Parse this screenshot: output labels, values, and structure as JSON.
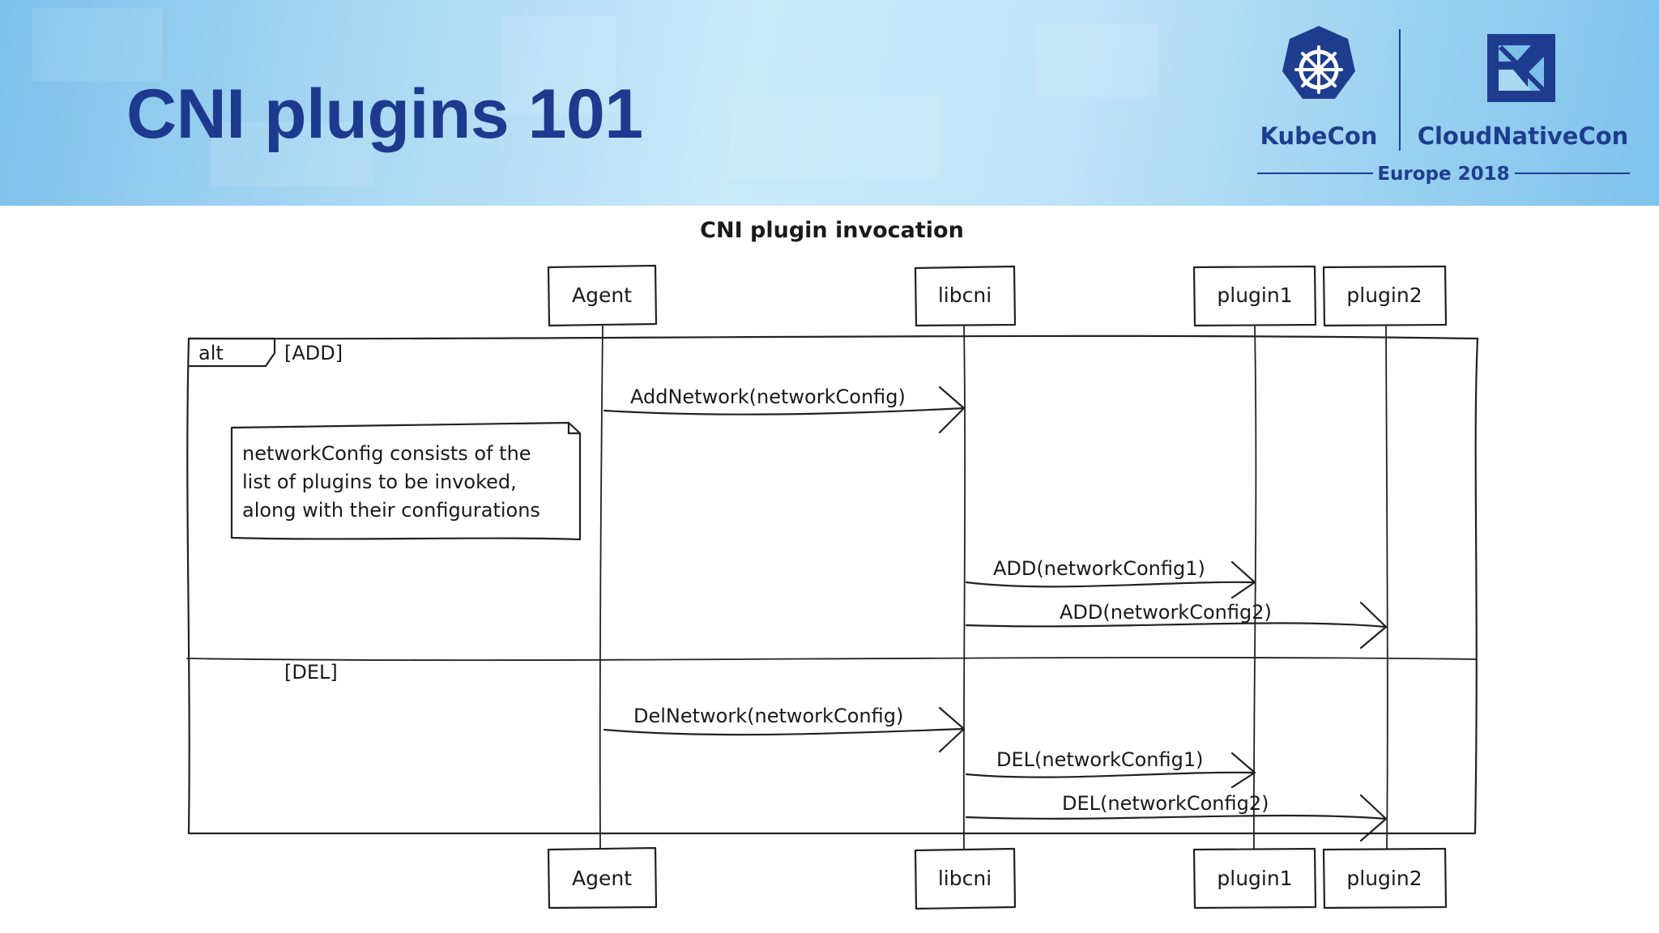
{
  "slide": {
    "title": "CNI plugins 101",
    "colors": {
      "title": "#1d3a8f",
      "logo": "#1e3d8f",
      "banner": "#a9d8f3"
    }
  },
  "logos": {
    "kubecon": "KubeCon",
    "cloudnativecon": "CloudNativeCon",
    "event": "Europe 2018",
    "icons": [
      "kubernetes-helm-icon",
      "cncf-icon"
    ]
  },
  "diagram": {
    "title": "CNI plugin invocation",
    "participants": [
      "Agent",
      "libcni",
      "plugin1",
      "plugin2"
    ],
    "fragment": {
      "operator": "alt",
      "guard_add": "[ADD]",
      "guard_del": "[DEL]"
    },
    "note": [
      "networkConfig consists of the",
      "list of plugins to be invoked,",
      "along with their configurations"
    ],
    "messages": [
      {
        "from": "Agent",
        "to": "libcni",
        "label": "AddNetwork(networkConfig)"
      },
      {
        "from": "libcni",
        "to": "plugin1",
        "label": "ADD(networkConfig1)"
      },
      {
        "from": "libcni",
        "to": "plugin2",
        "label": "ADD(networkConfig2)"
      },
      {
        "from": "Agent",
        "to": "libcni",
        "label": "DelNetwork(networkConfig)"
      },
      {
        "from": "libcni",
        "to": "plugin1",
        "label": "DEL(networkConfig1)"
      },
      {
        "from": "libcni",
        "to": "plugin2",
        "label": "DEL(networkConfig2)"
      }
    ]
  }
}
